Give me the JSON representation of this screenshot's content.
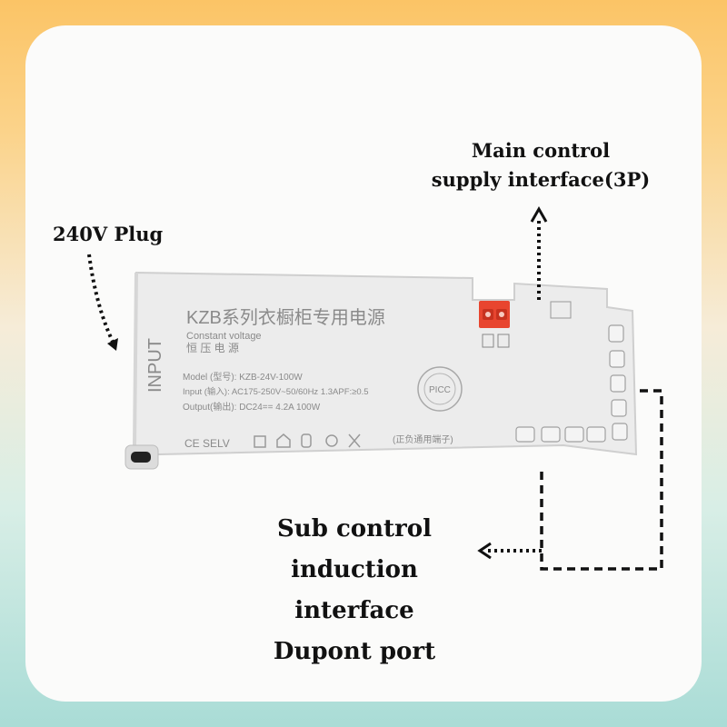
{
  "labels": {
    "plug": "240V Plug",
    "main_control_line1": "Main control",
    "main_control_line2": "supply interface(3P)",
    "sub_control_line1": "Sub control",
    "sub_control_line2": "induction interface",
    "sub_control_line3": "Dupont port"
  },
  "device": {
    "brand_title": "KZB系列衣橱柜专用电源",
    "mode_en": "Constant voltage",
    "mode_cn": "恒 压 电 源",
    "input_side_label": "INPUT",
    "spec_model": "Model (型号): KZB-24V-100W",
    "spec_input": "Input (输入): AC175-250V~50/60Hz 1.3APF:≥0.5",
    "spec_output": "Output(输出): DC24== 4.2A 100W",
    "cert_marks": "CE  SELV",
    "polarity_note": "(正负通用端子)",
    "seal_text": "PICC"
  },
  "colors": {
    "terminal_block": "#e8452f",
    "device_body": "#ececec",
    "arrow": "#111111"
  }
}
